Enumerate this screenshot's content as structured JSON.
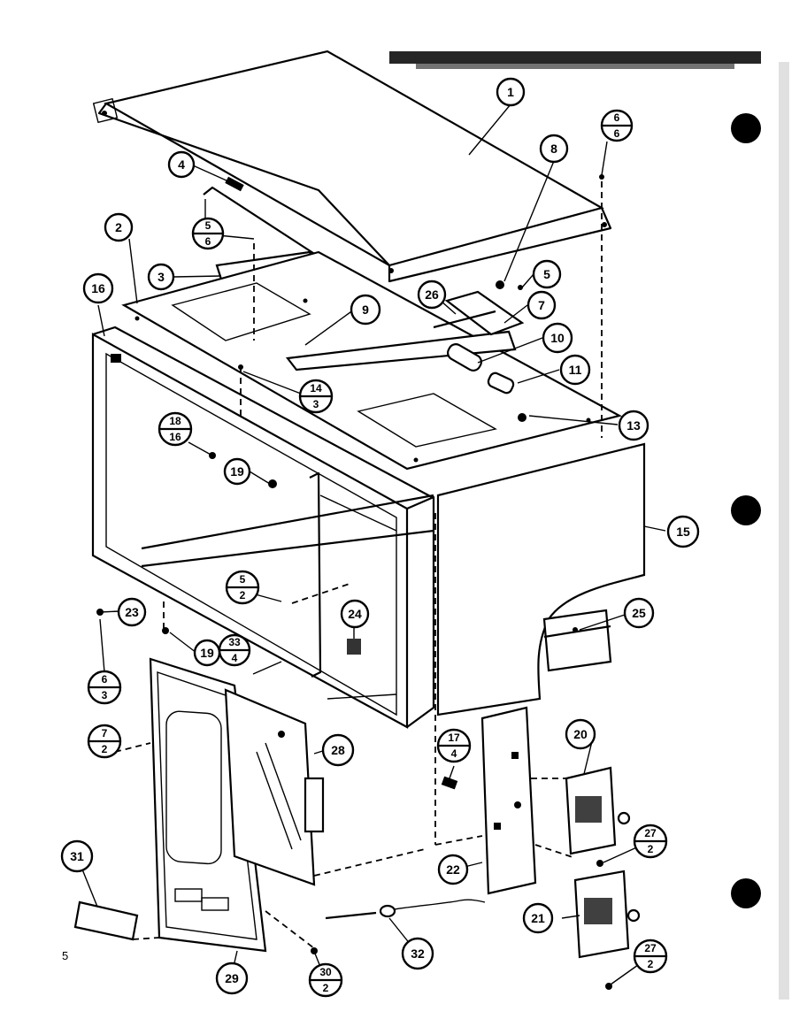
{
  "page_note": "5",
  "callouts": [
    {
      "id": "c1",
      "kind": "single",
      "label": "1"
    },
    {
      "id": "c2",
      "kind": "single",
      "label": "2"
    },
    {
      "id": "c3",
      "kind": "single",
      "label": "3"
    },
    {
      "id": "c4",
      "kind": "single",
      "label": "4"
    },
    {
      "id": "c5",
      "kind": "single",
      "label": "5"
    },
    {
      "id": "c7",
      "kind": "single",
      "label": "7"
    },
    {
      "id": "c8",
      "kind": "single",
      "label": "8"
    },
    {
      "id": "c9",
      "kind": "single",
      "label": "9"
    },
    {
      "id": "c10",
      "kind": "single",
      "label": "10"
    },
    {
      "id": "c11",
      "kind": "single",
      "label": "11"
    },
    {
      "id": "c13",
      "kind": "single",
      "label": "13"
    },
    {
      "id": "c15",
      "kind": "single",
      "label": "15"
    },
    {
      "id": "c16",
      "kind": "single",
      "label": "16"
    },
    {
      "id": "c19a",
      "kind": "single",
      "label": "19"
    },
    {
      "id": "c19b",
      "kind": "single",
      "label": "19"
    },
    {
      "id": "c20",
      "kind": "single",
      "label": "20"
    },
    {
      "id": "c21",
      "kind": "single",
      "label": "21"
    },
    {
      "id": "c22",
      "kind": "single",
      "label": "22"
    },
    {
      "id": "c23",
      "kind": "single",
      "label": "23"
    },
    {
      "id": "c24",
      "kind": "single",
      "label": "24"
    },
    {
      "id": "c25",
      "kind": "single",
      "label": "25"
    },
    {
      "id": "c26",
      "kind": "single",
      "label": "26"
    },
    {
      "id": "c28",
      "kind": "single",
      "label": "28"
    },
    {
      "id": "c29",
      "kind": "single",
      "label": "29"
    },
    {
      "id": "c31",
      "kind": "single",
      "label": "31"
    },
    {
      "id": "c32",
      "kind": "single",
      "label": "32"
    },
    {
      "id": "f6_6a",
      "kind": "fraction",
      "top": "6",
      "bottom": "6"
    },
    {
      "id": "f5_6",
      "kind": "fraction",
      "top": "5",
      "bottom": "6"
    },
    {
      "id": "f14_3",
      "kind": "fraction",
      "top": "14",
      "bottom": "3"
    },
    {
      "id": "f18_16",
      "kind": "fraction",
      "top": "18",
      "bottom": "16"
    },
    {
      "id": "f5_2",
      "kind": "fraction",
      "top": "5",
      "bottom": "2"
    },
    {
      "id": "f33_4",
      "kind": "fraction",
      "top": "33",
      "bottom": "4"
    },
    {
      "id": "f6_3",
      "kind": "fraction",
      "top": "6",
      "bottom": "3"
    },
    {
      "id": "f7_2",
      "kind": "fraction",
      "top": "7",
      "bottom": "2"
    },
    {
      "id": "f17_4",
      "kind": "fraction",
      "top": "17",
      "bottom": "4"
    },
    {
      "id": "f27_2a",
      "kind": "fraction",
      "top": "27",
      "bottom": "2"
    },
    {
      "id": "f27_2b",
      "kind": "fraction",
      "top": "27",
      "bottom": "2"
    },
    {
      "id": "f30_2",
      "kind": "fraction",
      "top": "30",
      "bottom": "2"
    }
  ]
}
